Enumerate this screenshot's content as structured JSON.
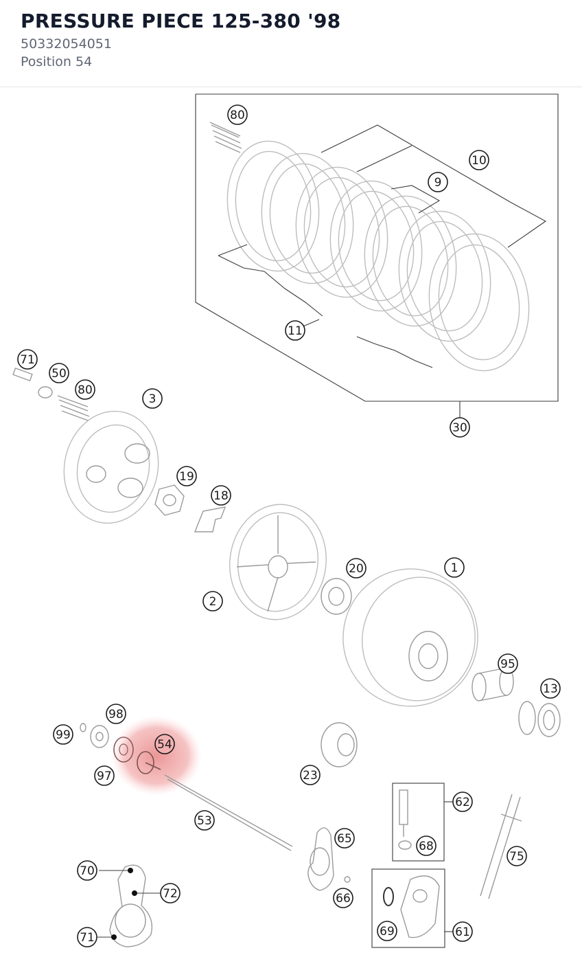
{
  "header": {
    "title": "PRESSURE PIECE 125-380 '98",
    "part_number": "50332054051",
    "position_text": "Position 54"
  },
  "colors": {
    "title": "#141b2d",
    "subtitle": "#5f6673",
    "highlight": "#e57373",
    "line": "#3a3a3a",
    "part": "#bdbdbd"
  },
  "highlight_callout": "54",
  "callouts": [
    {
      "id": "80a",
      "label": "80"
    },
    {
      "id": "10",
      "label": "10"
    },
    {
      "id": "9",
      "label": "9"
    },
    {
      "id": "11",
      "label": "11"
    },
    {
      "id": "30",
      "label": "30"
    },
    {
      "id": "71a",
      "label": "71"
    },
    {
      "id": "50",
      "label": "50"
    },
    {
      "id": "80b",
      "label": "80"
    },
    {
      "id": "3",
      "label": "3"
    },
    {
      "id": "19",
      "label": "19"
    },
    {
      "id": "18",
      "label": "18"
    },
    {
      "id": "20",
      "label": "20"
    },
    {
      "id": "1",
      "label": "1"
    },
    {
      "id": "2",
      "label": "2"
    },
    {
      "id": "95",
      "label": "95"
    },
    {
      "id": "13",
      "label": "13"
    },
    {
      "id": "98",
      "label": "98"
    },
    {
      "id": "99",
      "label": "99"
    },
    {
      "id": "54",
      "label": "54"
    },
    {
      "id": "97",
      "label": "97"
    },
    {
      "id": "23",
      "label": "23"
    },
    {
      "id": "62",
      "label": "62"
    },
    {
      "id": "68",
      "label": "68"
    },
    {
      "id": "53",
      "label": "53"
    },
    {
      "id": "65",
      "label": "65"
    },
    {
      "id": "75",
      "label": "75"
    },
    {
      "id": "70",
      "label": "70"
    },
    {
      "id": "72",
      "label": "72"
    },
    {
      "id": "66",
      "label": "66"
    },
    {
      "id": "71b",
      "label": "71"
    },
    {
      "id": "69",
      "label": "69"
    },
    {
      "id": "61",
      "label": "61"
    }
  ]
}
